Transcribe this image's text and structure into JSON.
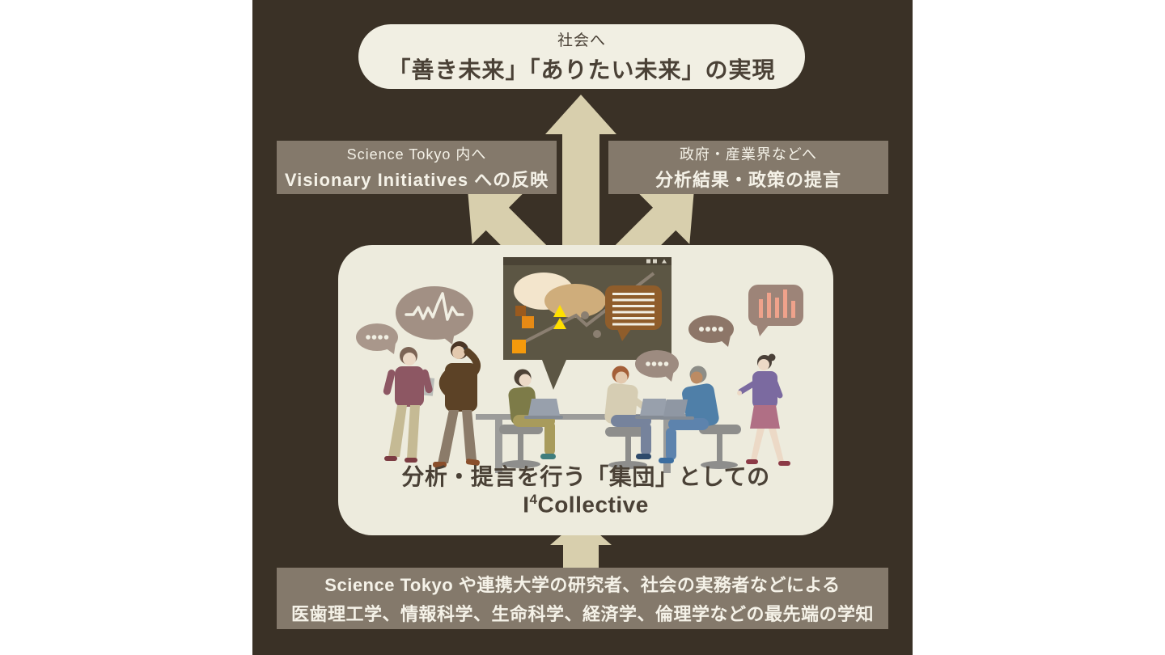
{
  "banner": {
    "line1": "社会へ",
    "line2": "「善き未来」「ありたい未来」の実現"
  },
  "outputs": {
    "left": {
      "line1": "Science Tokyo 内へ",
      "line2": "Visionary Initiatives への反映"
    },
    "right": {
      "line1": "政府・産業界などへ",
      "line2": "分析結果・政策の提言"
    }
  },
  "collective": {
    "caption_prefix": "分析・提言を行う「集団」としての I",
    "caption_sup": "4",
    "caption_suffix": "Collective"
  },
  "input": {
    "line1": "Science Tokyo や連携大学の研究者、社会の実務者などによる",
    "line2": "医歯理工学、情報科学、生命科学、経済学、倫理学などの最先端の学知"
  },
  "colors": {
    "background": "#3a3126",
    "side_margin": "#ffffff",
    "panel": "#edebdd",
    "arrow": "#d8cfad",
    "label_box": "#84796b",
    "dark_text": "#4a4136",
    "light_text": "#f5f2e8",
    "screen_body": "#5c5644",
    "screen_topbar": "#4a4335",
    "bubble_brown": "#8f5d2b",
    "bar_salmon": "#efa28b",
    "accent_yellow": "#ffdf00",
    "accent_orange": "#ef9a0f"
  },
  "illustration": {
    "icons": [
      "ellipsis-bubble",
      "waveform-bubble",
      "presentation-screen",
      "text-bubble",
      "ellipsis-bubble",
      "ellipsis-bubble",
      "bar-chart-bubble"
    ],
    "people_count": 6
  }
}
